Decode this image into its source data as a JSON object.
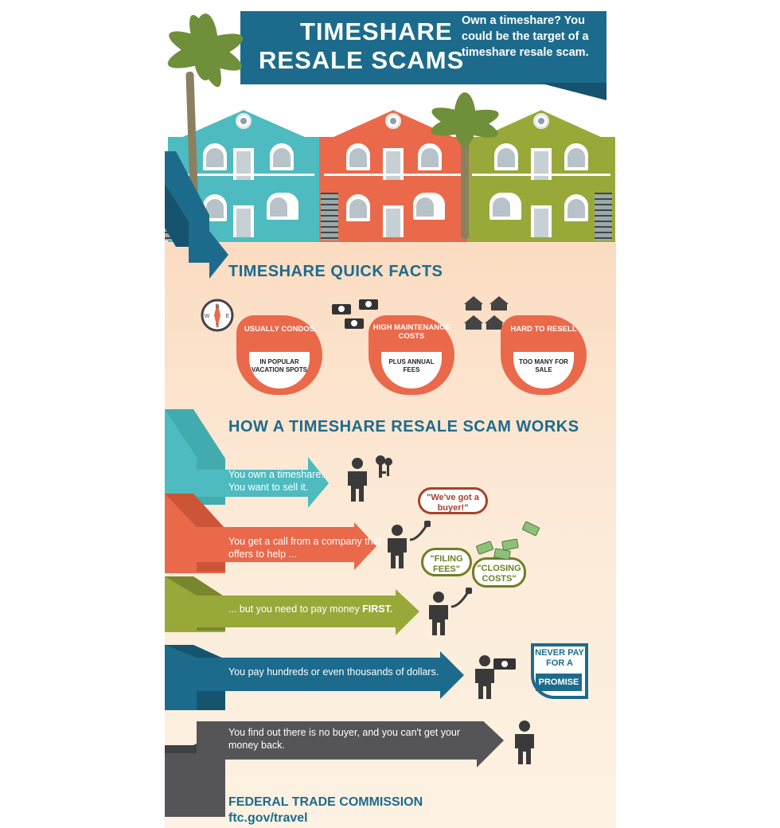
{
  "header": {
    "title_line1": "TIMESHARE",
    "title_line2": "RESALE SCAMS",
    "tagline": "Own a timeshare? You could be the target of a timeshare resale scam."
  },
  "quick_facts": {
    "title": "TIMESHARE QUICK FACTS",
    "items": [
      {
        "head": "USUALLY CONDOS",
        "sub": "IN POPULAR VACATION SPOTS"
      },
      {
        "head": "HIGH MAINTENANCE COSTS",
        "sub": "PLUS ANNUAL FEES"
      },
      {
        "head": "HARD TO RESELL",
        "sub": "TOO MANY FOR SALE"
      }
    ]
  },
  "how_it_works": {
    "title": "HOW A TIMESHARE RESALE SCAM WORKS",
    "steps": [
      {
        "text": "You own a timeshare. You want to sell it.",
        "color": "#4dbbbf"
      },
      {
        "text": "You get a call from a company that offers to help ...",
        "color": "#e9694a"
      },
      {
        "text_pre": "... but you need to pay money ",
        "text_bold": "FIRST.",
        "color": "#98a93a"
      },
      {
        "text": "You pay hundreds or even thousands of dollars.",
        "color": "#1d6b8c"
      },
      {
        "text": "You find out there is no buyer, and you can't get your money back.",
        "color": "#555557"
      }
    ],
    "bubbles": {
      "buyer": "\"We've got a buyer!\"",
      "filing": "\"FILING FEES\"",
      "closing": "\"CLOSING COSTS\""
    },
    "never": {
      "line1": "NEVER PAY FOR A",
      "line2": "PROMISE"
    }
  },
  "footer": {
    "org": "FEDERAL TRADE COMMISSION",
    "url": "ftc.gov/travel"
  },
  "colors": {
    "brand_blue": "#1d6b8c",
    "teal": "#4dbbbf",
    "coral": "#e9694a",
    "olive": "#98a93a",
    "gray": "#555557"
  },
  "icons": [
    "palm-tree-icon",
    "compass-icon",
    "money-icon",
    "houses-icon",
    "person-icon",
    "keys-icon",
    "phone-icon",
    "cash-icon"
  ]
}
